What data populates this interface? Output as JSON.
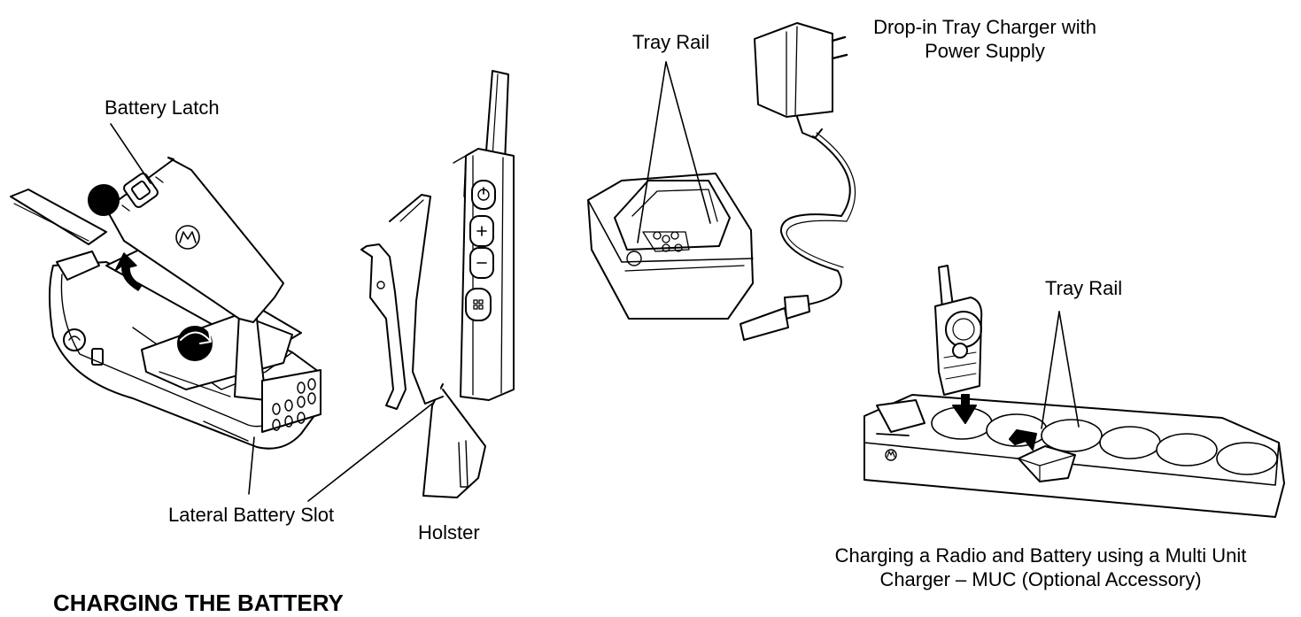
{
  "labels": {
    "battery_latch": "Battery Latch",
    "lateral_battery_slot": "Lateral Battery Slot",
    "holster": "Holster",
    "tray_rail_top": "Tray Rail",
    "drop_in_charger_line1": "Drop-in Tray Charger with",
    "drop_in_charger_line2": "Power Supply",
    "tray_rail_muc": "Tray Rail",
    "muc_caption_line1": "Charging a Radio and Battery using a Multi Unit",
    "muc_caption_line2": "Charger – MUC (Optional Accessory)"
  },
  "heading": "CHARGING THE BATTERY",
  "step_markers": [
    "step-1",
    "step-2"
  ],
  "icons": [
    "motorola-logo-icon",
    "power-icon",
    "plus-icon",
    "minus-icon",
    "menu-icon",
    "arrow-icon"
  ],
  "colors": {
    "ink": "#000000",
    "background": "#ffffff"
  }
}
